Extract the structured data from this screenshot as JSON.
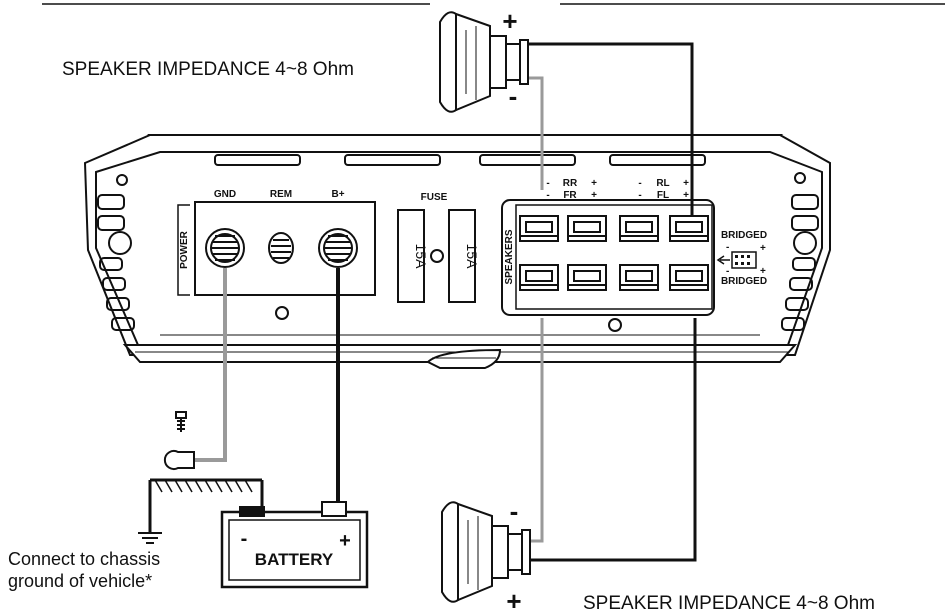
{
  "impedance_top": "SPEAKER IMPEDANCE 4~8 Ohm",
  "impedance_bottom": "SPEAKER IMPEDANCE 4~8 Ohm",
  "power_label": "POWER",
  "gnd_label": "GND",
  "rem_label": "REM",
  "bplus_label": "B+",
  "fuse_label": "FUSE",
  "fuse_left": "15A",
  "fuse_right": "15A",
  "speakers_label": "SPEAKERS",
  "rr_label": "RR",
  "fr_label": "FR",
  "rl_label": "RL",
  "fl_label": "FL",
  "bridged_top": "BRIDGED",
  "bridged_bottom": "BRIDGED",
  "battery_label": "BATTERY",
  "plus": "+",
  "minus": "-",
  "chassis_line1": "Connect to chassis",
  "chassis_line2": "ground of vehicle*"
}
